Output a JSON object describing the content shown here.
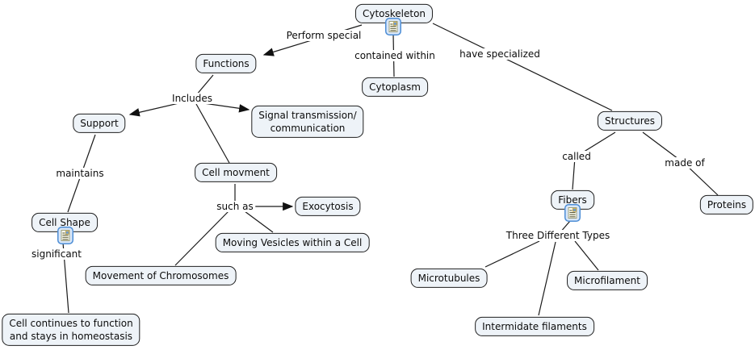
{
  "app": {
    "type": "concept-map",
    "background": "#ffffff"
  },
  "colors": {
    "node_fill": "#eef3f8",
    "node_border": "#1f1f1f",
    "line": "#1a1a1a",
    "arrowhead": "#111111",
    "icon_border": "#4d8ed6",
    "icon_fill": "#d9e7f8",
    "text": "#0c0c0c"
  },
  "nodes": {
    "cytoskeleton": "Cytoskeleton",
    "functions": "Functions",
    "cytoplasm": "Cytoplasm",
    "structures": "Structures",
    "support": "Support",
    "signal_transmission": "Signal transmission/\ncommunication",
    "cell_movment": "Cell movment",
    "cell_shape": "Cell Shape",
    "exocytosis": "Exocytosis",
    "moving_vesicles": "Moving Vesicles within a Cell",
    "movement_chromosomes": "Movement of Chromosomes",
    "cell_homeostasis": "Cell continues to function\nand stays in homeostasis",
    "fibers": "Fibers",
    "proteins": "Proteins",
    "microtubules": "Microtubules",
    "microfilament": "Microfilament",
    "intermidate_filaments": "Intermidate filaments"
  },
  "links": {
    "perform_special": "Perform special",
    "contained_within": "contained within",
    "have_specialized": "have specialized",
    "includes": "Includes",
    "maintains": "maintains",
    "significant": "significant",
    "such_as": "such as",
    "called": "called",
    "made_of": "made of",
    "three_different_types": "Three Different Types"
  },
  "icons": {
    "resource_icon_meaning": "attached-resource-document",
    "nodes_with_resource_icon": [
      "Cytoskeleton",
      "Cell Shape",
      "Fibers"
    ]
  }
}
